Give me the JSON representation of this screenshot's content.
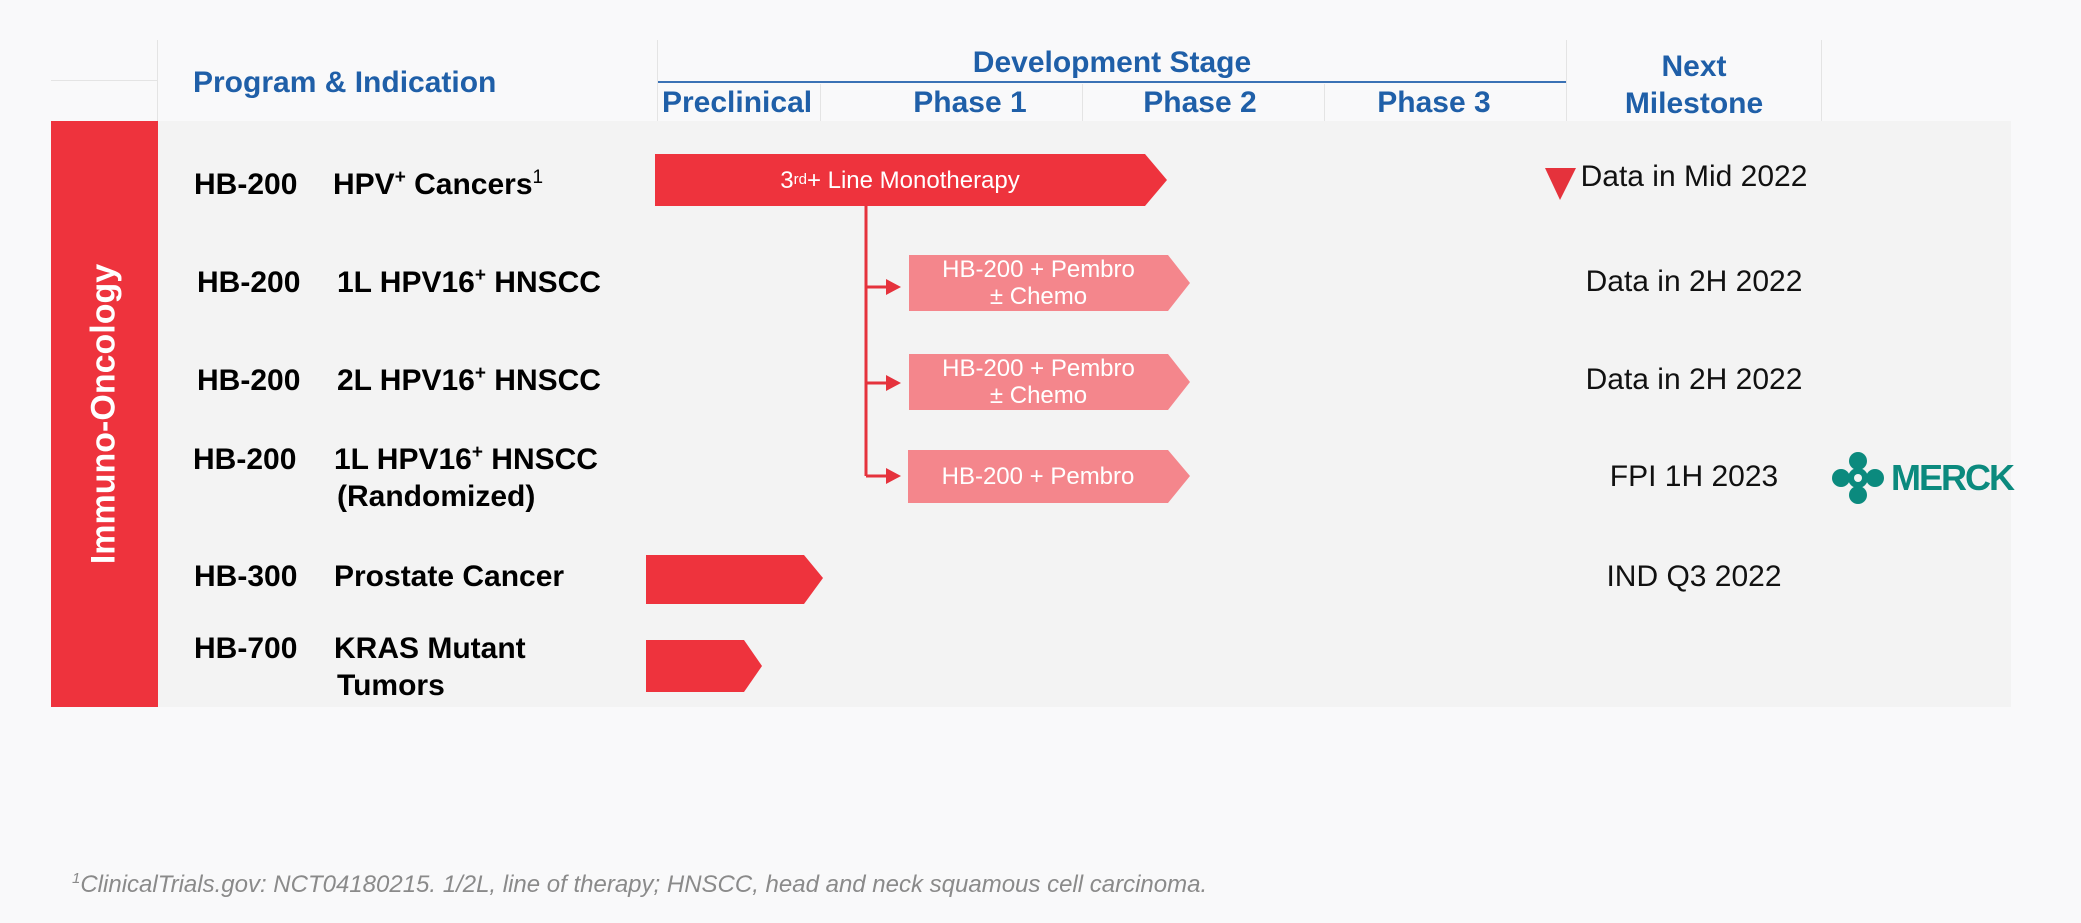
{
  "header": {
    "program_indication": "Program & Indication",
    "development_stage": "Development Stage",
    "stages": [
      "Preclinical",
      "Phase 1",
      "Phase 2",
      "Phase 3"
    ],
    "next_milestone": "Next Milestone"
  },
  "sidebar": {
    "label": "Immuno-Oncology"
  },
  "rows": [
    {
      "program": "HB-200",
      "indication_pre": "HPV",
      "indication_sup": "+",
      "indication_post": " Cancers",
      "footnote_ref": "1",
      "milestone": "Data in Mid 2022"
    },
    {
      "program": "HB-200",
      "indication_pre": "1L HPV16",
      "indication_sup": "+",
      "indication_post": " HNSCC",
      "milestone": "Data in 2H 2022"
    },
    {
      "program": "HB-200",
      "indication_pre": "2L HPV16",
      "indication_sup": "+",
      "indication_post": " HNSCC",
      "milestone": "Data in 2H 2022"
    },
    {
      "program": "HB-200",
      "indication_pre": "1L HPV16",
      "indication_sup": "+",
      "indication_post": " HNSCC",
      "indication_line2": "(Randomized)",
      "milestone": "FPI 1H 2023",
      "partner": "MERCK"
    },
    {
      "program": "HB-300",
      "indication_pre": "Prostate Cancer",
      "milestone": "IND Q3 2022"
    },
    {
      "program": "HB-700",
      "indication_pre": "KRAS Mutant",
      "indication_line2": "Tumors",
      "milestone": ""
    }
  ],
  "bars": {
    "monotherapy": {
      "pre": "3",
      "sup": "rd",
      "post": "+ Line Monotherapy"
    },
    "combo1": {
      "line1": "HB-200 + Pembro",
      "line2": "± Chemo"
    },
    "combo2": {
      "line1": "HB-200 + Pembro",
      "line2": "± Chemo"
    },
    "combo3": {
      "line1": "HB-200 + Pembro"
    }
  },
  "footnote": {
    "sup": "1",
    "text": "ClinicalTrials.gov: NCT04180215. 1/2L, line of therapy; HNSCC, head and neck squamous cell carcinoma."
  },
  "colors": {
    "accent_red": "#ee333d",
    "light_red": "#f4868c",
    "header_blue": "#1f5fa8",
    "merck_teal": "#0b8a7e"
  }
}
